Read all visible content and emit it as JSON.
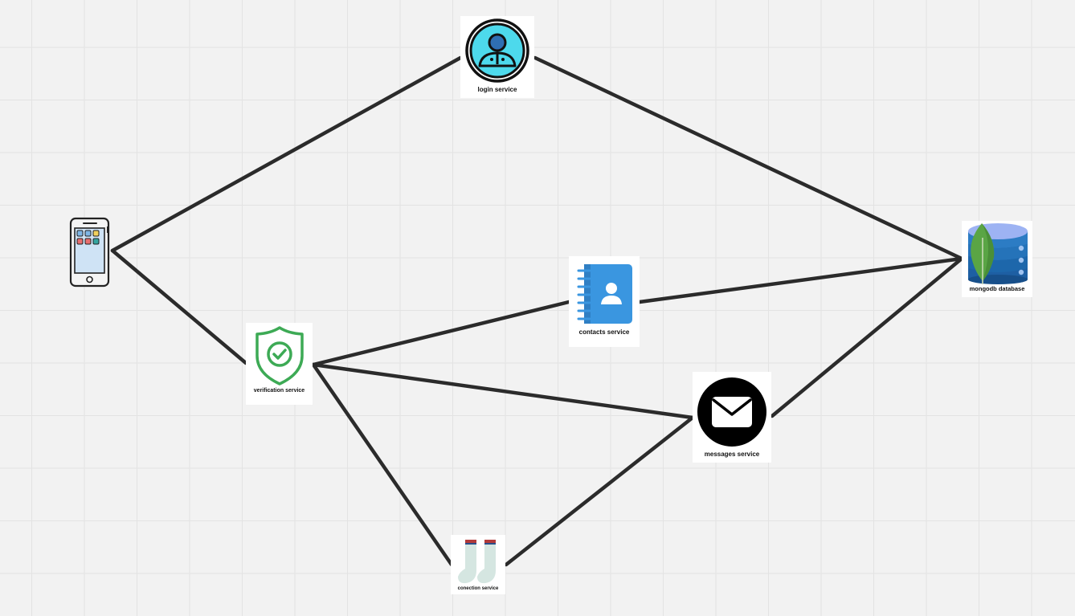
{
  "diagram": {
    "nodes": [
      {
        "id": "phone",
        "label": "",
        "icon": "smartphone-icon"
      },
      {
        "id": "login",
        "label": "login service",
        "icon": "user-avatar-icon"
      },
      {
        "id": "verification",
        "label": "verification service",
        "icon": "shield-check-icon"
      },
      {
        "id": "contacts",
        "label": "contacts service",
        "icon": "address-book-icon"
      },
      {
        "id": "messages",
        "label": "messages service",
        "icon": "envelope-icon"
      },
      {
        "id": "mongodb",
        "label": "mongodb database",
        "icon": "mongodb-database-icon"
      },
      {
        "id": "connection",
        "label": "conection service",
        "icon": "socks-icon"
      }
    ],
    "edges": [
      {
        "from": "phone",
        "to": "login"
      },
      {
        "from": "phone",
        "to": "verification"
      },
      {
        "from": "login",
        "to": "mongodb"
      },
      {
        "from": "verification",
        "to": "contacts"
      },
      {
        "from": "verification",
        "to": "messages"
      },
      {
        "from": "verification",
        "to": "connection"
      },
      {
        "from": "contacts",
        "to": "mongodb"
      },
      {
        "from": "messages",
        "to": "mongodb"
      },
      {
        "from": "connection",
        "to": "messages"
      }
    ],
    "colors": {
      "background": "#f2f2f2",
      "grid": "#e3e3e3",
      "edge": "#2b2b2b",
      "login_accent": "#4dd9ec",
      "shield_green": "#3daa55",
      "contacts_blue": "#3a96e0",
      "mongo_green": "#5aa545",
      "db_blue": "#2c7cc4"
    }
  }
}
